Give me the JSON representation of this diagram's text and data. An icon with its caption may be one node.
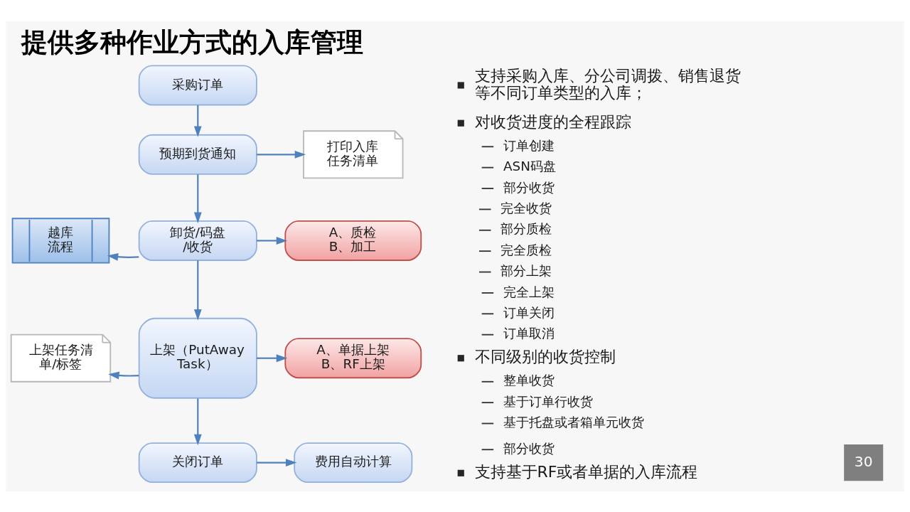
{
  "diagram": {
    "title": "提供多种作业方式的入库管理",
    "nodes": [
      {
        "text": [
          "采购订单"
        ]
      },
      {
        "text": [
          "预期到货通知"
        ]
      },
      {
        "text": [
          "打印入库任务清单"
        ]
      },
      {
        "text": [
          "越库流程"
        ]
      },
      {
        "text": [
          "卸货/码盘/收货"
        ]
      },
      {
        "text": [
          "A、质检",
          "B、加工"
        ]
      },
      {
        "text": [
          "上架任务清单/标签"
        ]
      },
      {
        "text": [
          "上架（PutAway Task）"
        ]
      },
      {
        "text": [
          "A、单据上架",
          "B、RF上架"
        ]
      },
      {
        "text": [
          "关闭订单"
        ]
      },
      {
        "text": [
          "费用自动计算"
        ]
      }
    ],
    "edges": [
      {
        "from": 0,
        "to": 1,
        "arrow": "to"
      },
      {
        "from": 1,
        "to": 2,
        "arrow": "to"
      },
      {
        "from": 1,
        "to": 4,
        "arrow": "to"
      },
      {
        "from": 4,
        "to": 3,
        "arrow": "to"
      },
      {
        "from": 4,
        "to": 5,
        "arrow": "to"
      },
      {
        "from": 4,
        "to": 7,
        "arrow": "to"
      },
      {
        "from": 7,
        "to": 6,
        "arrow": "to"
      },
      {
        "from": 7,
        "to": 8,
        "arrow": "to"
      },
      {
        "from": 7,
        "to": 9,
        "arrow": "to"
      },
      {
        "from": 9,
        "to": 10,
        "arrow": "to"
      }
    ],
    "labels": [
      "支持采购入库、分公司调拨、销售退货等不同订单类型的入库；",
      "对收货进度的全程跟踪",
      "订单创建",
      "ASN码盘",
      "部分收货",
      "完全收货",
      "部分质检",
      "完全质检",
      "部分上架",
      "完全上架",
      "订单关闭",
      "订单取消",
      "不同级别的收货控制",
      "整单收货",
      "基于订单行收货",
      "基于托盘或者箱单元收货",
      "部分收货",
      "支持基于RF或者单据的入库流程",
      "30"
    ]
  }
}
